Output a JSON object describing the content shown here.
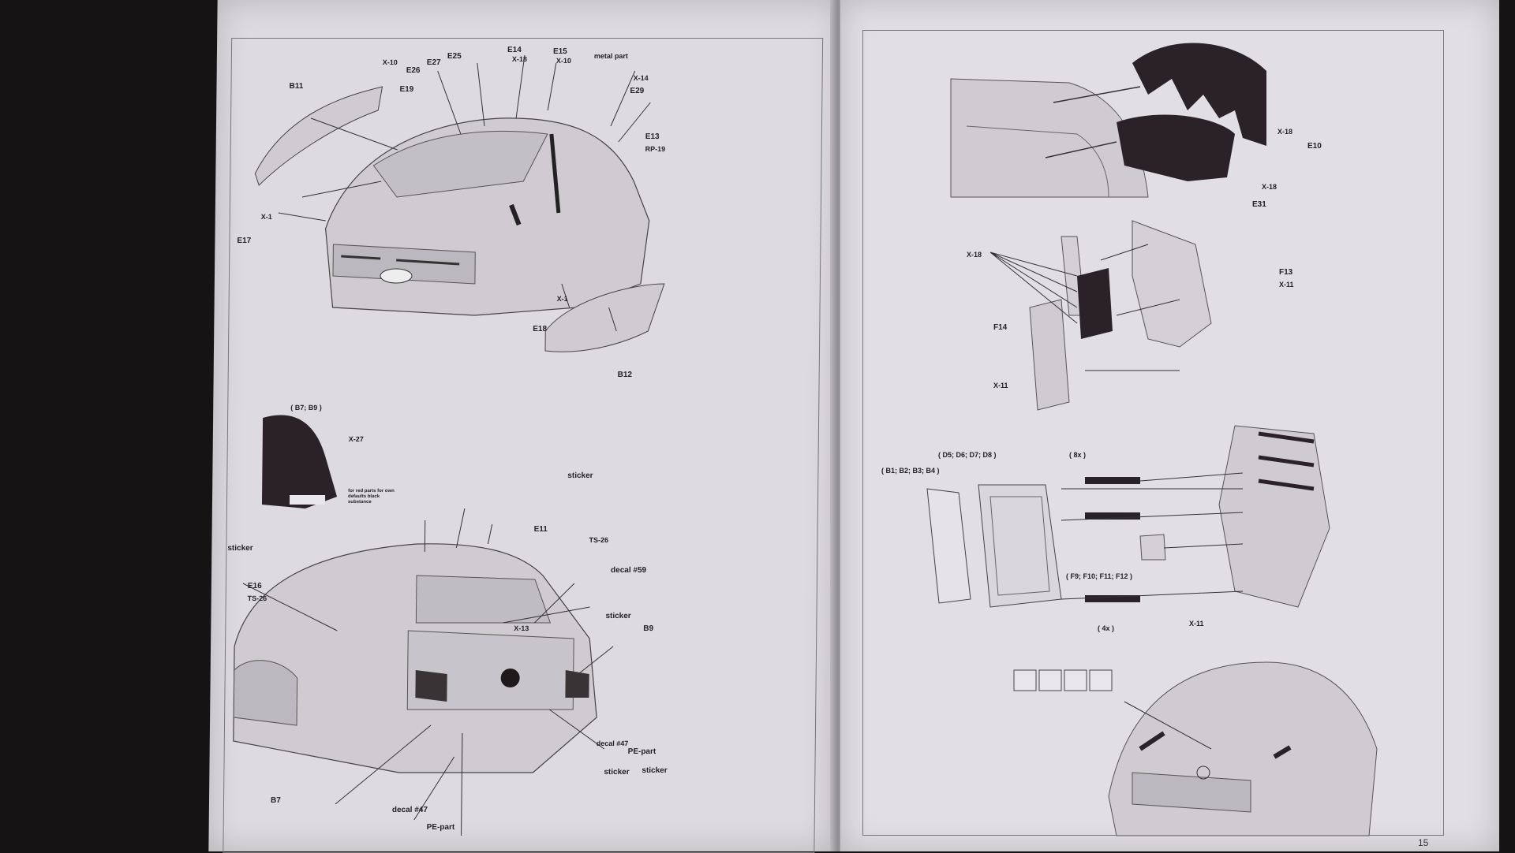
{
  "left_page": {
    "top_labels": {
      "b11": "B11",
      "e26": "E26",
      "e27": "E27",
      "e25": "E25",
      "e19": "E19",
      "e14": "E14",
      "e15": "E15",
      "metal_part": "metal part",
      "e29": "E29",
      "e13": "E13",
      "e17": "E17",
      "e18": "E18",
      "b12": "B12",
      "x10a": "X-10",
      "x10b": "X-10",
      "x18a": "X-18",
      "x1a": "X-1",
      "x1b": "X-1",
      "rp": "RP-19",
      "x14": "X-14"
    },
    "window_note": {
      "ref": "( B7; B9 )",
      "x": "X-27",
      "note": "for red parts for own defaults black substance"
    },
    "rear_labels": {
      "sticker1": "sticker",
      "e11": "E11",
      "ts": "TS-26",
      "sticker2": "sticker",
      "e16": "E16",
      "ts2": "TS-26",
      "decal59": "decal #59",
      "sticker3": "sticker",
      "b9": "B9",
      "x13": "X-13",
      "decal47a": "decal #47",
      "pe1": "PE-part",
      "sticker4": "sticker",
      "sticker5": "sticker",
      "b7": "B7",
      "decal47b": "decal #47",
      "pe2": "PE-part"
    }
  },
  "right_page": {
    "top_labels": {
      "x18a": "X-18",
      "e10": "E10",
      "x18b": "X-18",
      "e31": "E31"
    },
    "mid_labels": {
      "x18": "X-18",
      "f13": "F13",
      "x11a": "X-11",
      "f14": "F14",
      "x11b": "X-11"
    },
    "light_labels": {
      "d_ref": "( D5; D6; D7; D8 )",
      "b_ref": "( B1; B2; B3; B4 )",
      "count8": "( 8x )",
      "f_ref": "( F9; F10; F11; F12 )",
      "x11": "X-11",
      "count4": "( 4x )"
    },
    "page_number": "15"
  },
  "colors": {
    "paper": "#dedbe0",
    "ink": "#222222",
    "dark_part": "#2a2226",
    "background": "#151313"
  }
}
